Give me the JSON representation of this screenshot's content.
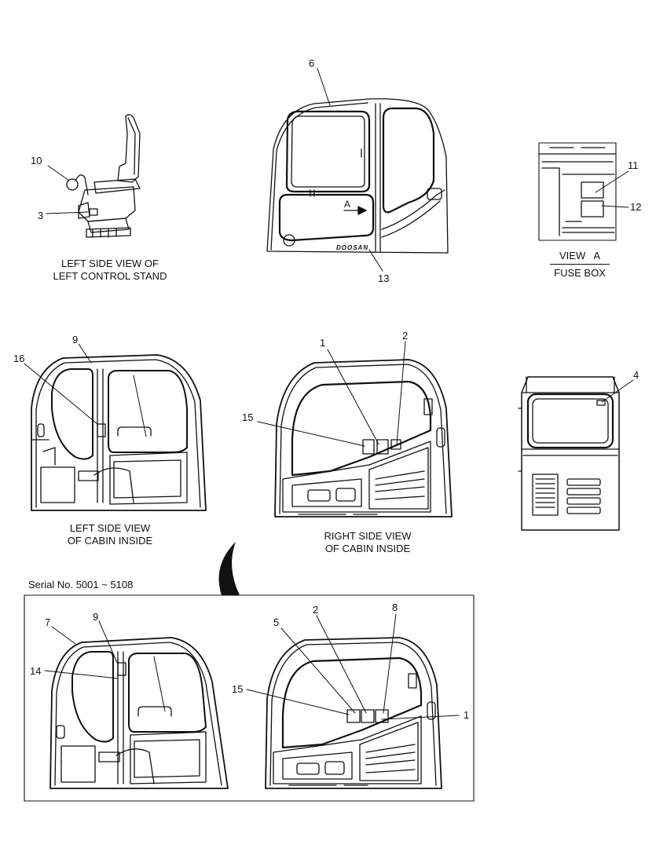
{
  "captions": {
    "left_control_stand_l1": "LEFT SIDE VIEW OF",
    "left_control_stand_l2": "LEFT CONTROL STAND",
    "view_a": "VIEW   A",
    "fuse_box": "FUSE BOX",
    "left_cabin_l1": "LEFT SIDE VIEW",
    "left_cabin_l2": "OF CABIN INSIDE",
    "right_cabin_l1": "RIGHT SIDE VIEW",
    "right_cabin_l2": "OF CABIN INSIDE",
    "serial": "Serial No. 5001 ~ 5108",
    "view_marker": "A",
    "brand": "DOOSAN"
  },
  "callouts": {
    "c1": "10",
    "c2": "3",
    "c3": "6",
    "c4": "13",
    "c5": "11",
    "c6": "12",
    "c7": "9",
    "c8": "16",
    "c9": "1",
    "c10": "2",
    "c11": "15",
    "c12": "4",
    "c13": "7",
    "c14": "9",
    "c15": "14",
    "c16": "5",
    "c17": "2",
    "c18": "8",
    "c19": "15",
    "c20": "1"
  },
  "colors": {
    "line": "#111111",
    "panel_fill": "#f2f2f2"
  }
}
